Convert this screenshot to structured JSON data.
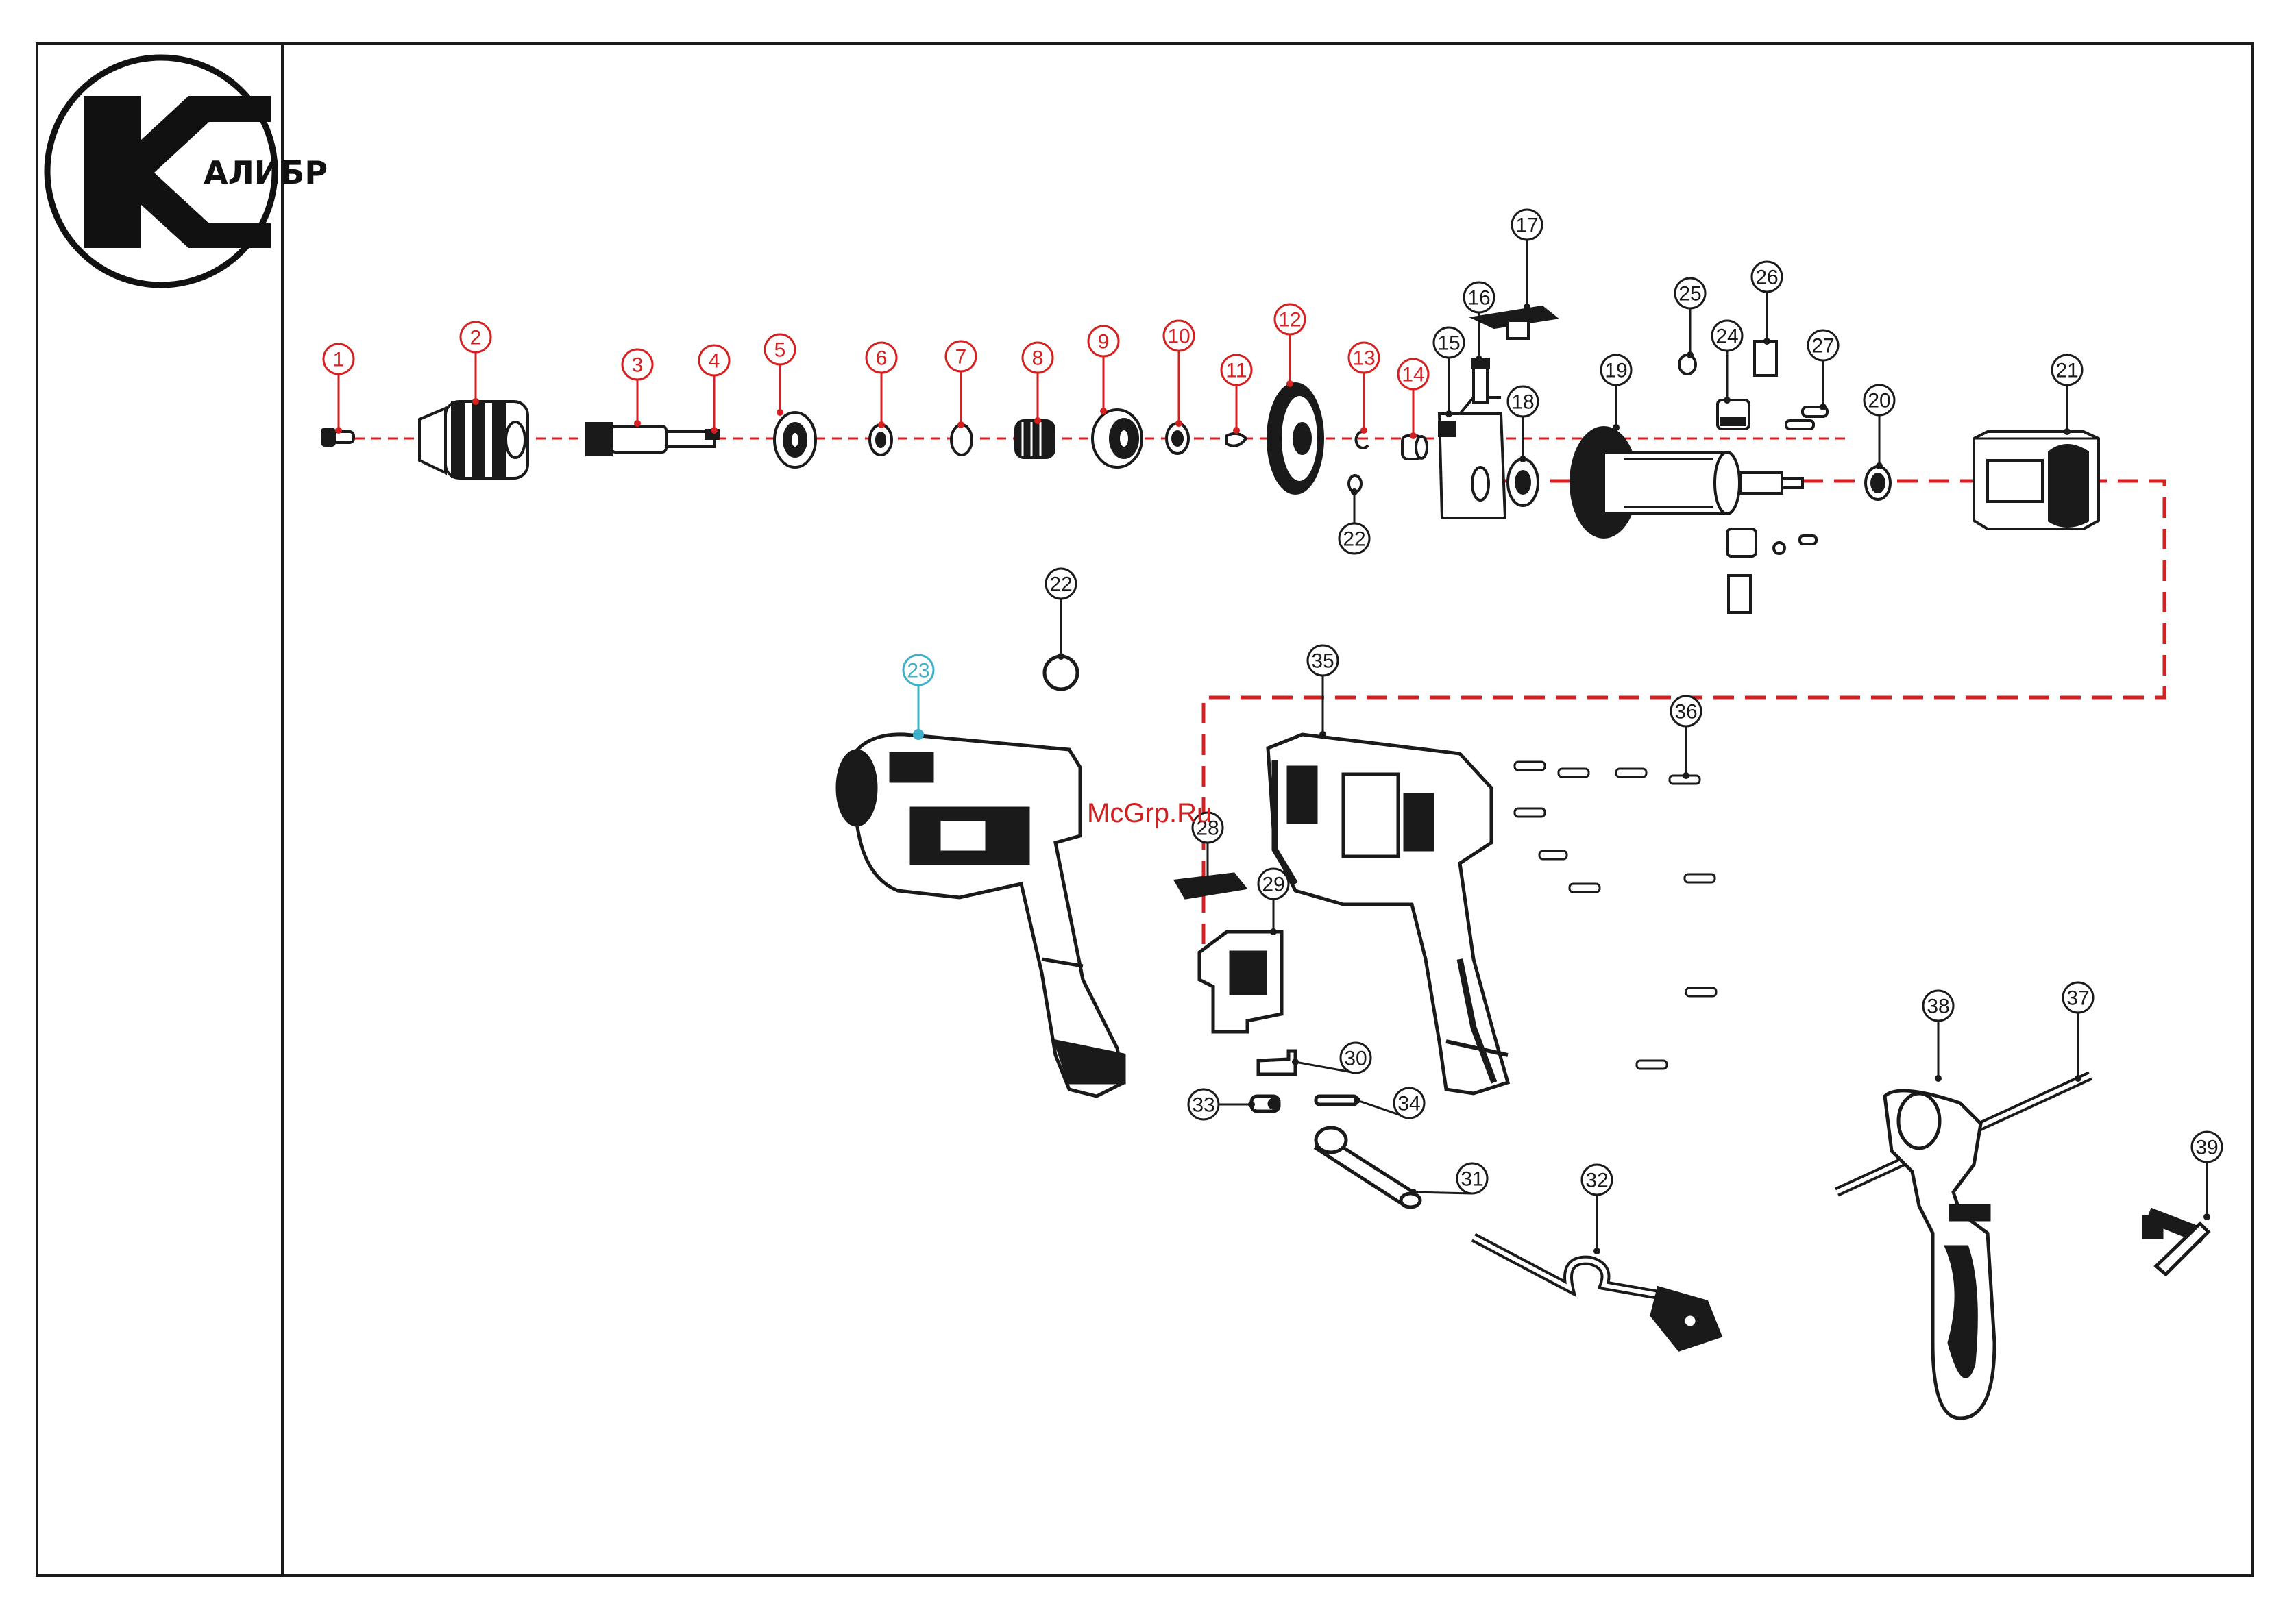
{
  "brand": {
    "logo_text": "АЛИБР",
    "logo_icon": "kalibr-k-logo-icon"
  },
  "watermark": "McGrp.Ru",
  "colors": {
    "ink": "#1a1a1a",
    "red": "#d42020",
    "cyan": "#3fb0c8"
  },
  "labels": [
    {
      "n": "1",
      "color": "red"
    },
    {
      "n": "2",
      "color": "red"
    },
    {
      "n": "3",
      "color": "red"
    },
    {
      "n": "4",
      "color": "red"
    },
    {
      "n": "5",
      "color": "red"
    },
    {
      "n": "6",
      "color": "red"
    },
    {
      "n": "7",
      "color": "red"
    },
    {
      "n": "8",
      "color": "red"
    },
    {
      "n": "9",
      "color": "red"
    },
    {
      "n": "10",
      "color": "red"
    },
    {
      "n": "11",
      "color": "red"
    },
    {
      "n": "12",
      "color": "red"
    },
    {
      "n": "13",
      "color": "red"
    },
    {
      "n": "14",
      "color": "red"
    },
    {
      "n": "15",
      "color": "ink"
    },
    {
      "n": "16",
      "color": "ink"
    },
    {
      "n": "17",
      "color": "ink"
    },
    {
      "n": "18",
      "color": "ink"
    },
    {
      "n": "19",
      "color": "ink"
    },
    {
      "n": "20",
      "color": "ink"
    },
    {
      "n": "21",
      "color": "ink"
    },
    {
      "n": "22",
      "color": "ink"
    },
    {
      "n": "22",
      "color": "ink"
    },
    {
      "n": "23",
      "color": "cyan"
    },
    {
      "n": "24",
      "color": "ink"
    },
    {
      "n": "25",
      "color": "ink"
    },
    {
      "n": "26",
      "color": "ink"
    },
    {
      "n": "27",
      "color": "ink"
    },
    {
      "n": "28",
      "color": "ink"
    },
    {
      "n": "29",
      "color": "ink"
    },
    {
      "n": "30",
      "color": "ink"
    },
    {
      "n": "31",
      "color": "ink"
    },
    {
      "n": "32",
      "color": "ink"
    },
    {
      "n": "33",
      "color": "ink"
    },
    {
      "n": "34",
      "color": "ink"
    },
    {
      "n": "35",
      "color": "ink"
    },
    {
      "n": "36",
      "color": "ink"
    },
    {
      "n": "37",
      "color": "ink"
    },
    {
      "n": "38",
      "color": "ink"
    },
    {
      "n": "39",
      "color": "ink"
    }
  ]
}
